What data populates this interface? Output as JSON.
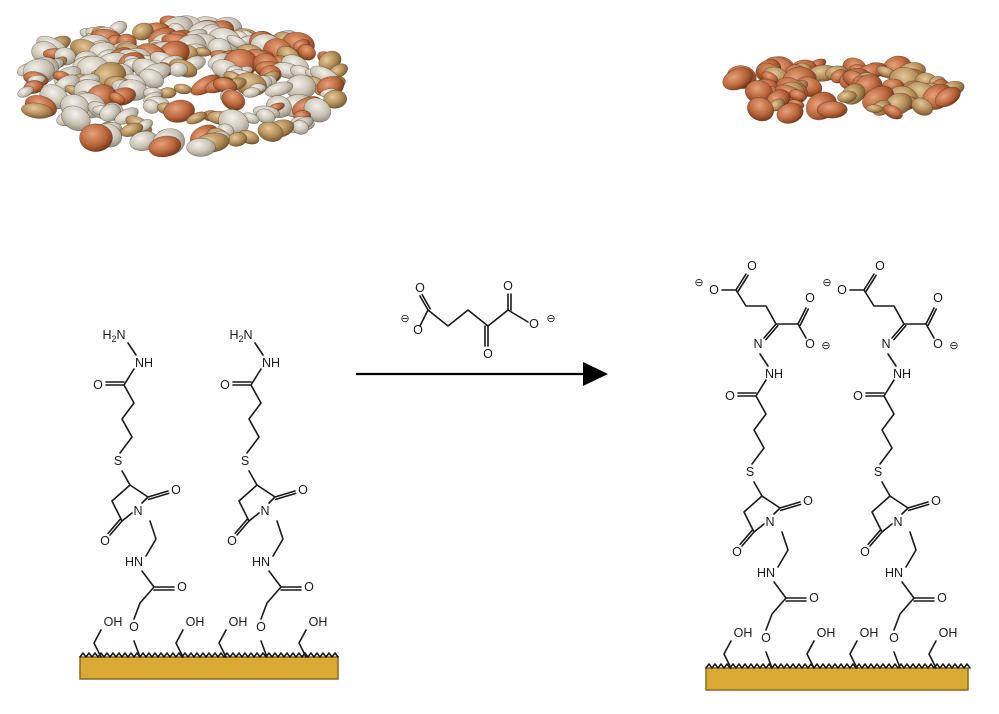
{
  "scene": {
    "background": "#ffffff",
    "surface_color": "#d9a934",
    "surface_edge_color": "#8a6a1e",
    "coin_silver": "#c9c3b6",
    "coin_copper": "#b8643a"
  },
  "icons": {
    "mixed_coins": "pile-of-mixed-coins-icon",
    "copper_coins": "pile-of-copper-pennies-icon",
    "reaction_arrow": "right-arrow-icon"
  },
  "labels": {
    "nh2_n": "H",
    "nh2_sub": "2",
    "nh2_tail": "N",
    "nh": "NH",
    "o": "O",
    "s": "S",
    "n": "N",
    "hn": "HN",
    "oh": "OH",
    "minus": "⊖"
  }
}
